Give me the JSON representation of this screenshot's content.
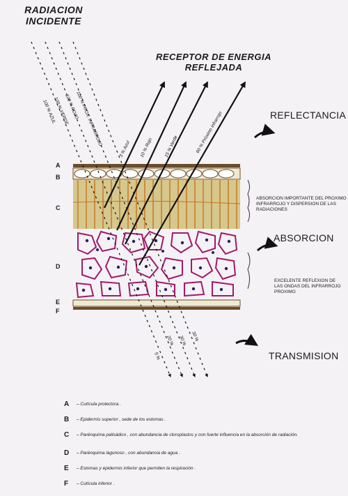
{
  "diagram": {
    "title_incident_1": "RADIACION",
    "title_incident_2": "INCIDENTE",
    "title_receptor_1": "RECEPTOR DE ENERGIA",
    "title_receptor_2": "REFLEJADA",
    "reflectancia": "REFLECTANCIA",
    "absorcion": "ABSORCION",
    "transmision": "TRANSMISION",
    "note_absorcion": "ABSORCION IMPORTANTE DEL PROXIMO INFRARROJO Y DISPERSION DE LAS RADIACIONES",
    "note_reflexion": "EXCELENTE REFLEXION DE LAS ONDAS DEL INFRARROJO PROXIMO",
    "incident_labels": [
      "100 % PROX. INFRARROJO",
      "100 % ROJO",
      "100 % VERDE",
      "100 % AZUL"
    ],
    "reflected_labels": [
      "3 % Azul",
      "10 % Rojo",
      "15 % Verde",
      "60 % Próximo infrarrojo"
    ],
    "transmitted_labels": [
      "5 %",
      "20 %",
      "30 %",
      "30 %"
    ],
    "layer_letters": [
      "A",
      "B",
      "C",
      "D",
      "E",
      "F"
    ]
  },
  "legend": [
    {
      "letter": "A",
      "text": "– Cutícula protectora ."
    },
    {
      "letter": "B",
      "text": "– Epidermis superior , sede de los estomas ."
    },
    {
      "letter": "C",
      "text": "– Parénquima pallsádico , con abundancia de cloroplastos y con fuerte influencia en la absorción de radiación."
    },
    {
      "letter": "D",
      "text": "– Parénquima lagunoso , con abundancia de agua ."
    },
    {
      "letter": "E",
      "text": "– Estomas y epidermis inferior que permiten la respiración ."
    },
    {
      "letter": "F",
      "text": "– Cutícula inferior ."
    }
  ],
  "colors": {
    "palisade": "#d6c78d",
    "spongy_bg": "#f4f2f5",
    "cell_wall": "#a2186a",
    "epidermis": "#6b4c2a",
    "arrow": "#111111"
  }
}
